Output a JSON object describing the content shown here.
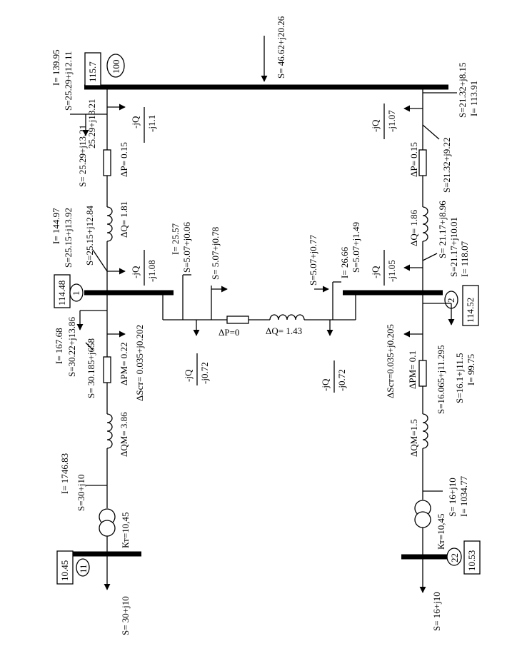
{
  "nodes": {
    "n100": {
      "label": "100",
      "voltage": "115.7"
    },
    "n1": {
      "label": "1",
      "voltage": "114.48"
    },
    "n2": {
      "label": "2",
      "voltage": "114.52"
    },
    "n11": {
      "label": "11",
      "voltage": "10.45"
    },
    "n22": {
      "label": "22",
      "voltage": "10.53"
    }
  },
  "labels": {
    "source_s": "S= 46.62+j20.26",
    "top_left_i": "I= 139.95",
    "top_left_s": "S=25.29+j12.11",
    "top_left_loss": "25.29+j13.21",
    "left_h_s": "S= 25.29+j13.21",
    "left_dp": "ΔP= 0.15",
    "jq_top_left_a": "-jQ",
    "jq_top_left_b": "-j1.1",
    "left_dq": "ΔQ= 1.81",
    "left_k_i": "I= 144.97",
    "left_k_s": "S=25.15+j13.92",
    "left_k_s2": "S=25.15+j12.84",
    "jq_left_mid_a": "-jQ",
    "jq_left_mid_b": "-j1.08",
    "center_i": "I= 25.57",
    "center_s": "S=5.07+j0.06",
    "center_h_s": "S= 5.07+j0.78",
    "center_dp": "ΔP=0",
    "center_dq": "ΔQ= 1.43",
    "jq_center_left_a": "-jQ",
    "jq_center_left_b": "-j0.72",
    "jq_center_right_a": "-jQ",
    "jq_center_right_b": "-j0.72",
    "center_k_s": "S=5.07+j0.77",
    "center_r_i": "I= 26.66",
    "center_r_s": "S=5.07+j1.49",
    "left_low_i": "I= 167.68",
    "left_low_s": "S=30.22+j13.86",
    "left_low_h_s": "S= 30.185+j658",
    "left_dpm": "ΔPM= 0.22",
    "left_dsct": "ΔSст= 0.035+j0.202",
    "left_dqm": "ΔQM= 3.86",
    "left_tr_i": "I= 1746.83",
    "left_tr_s": "S=30+j10",
    "left_kt": "Кт=10,45",
    "left_load_s": "S= 30+j10",
    "top_right_i": "I= 113.91",
    "top_right_s": "S=21.32+j8.15",
    "top_right_h_s": "S=21.32+j9.22",
    "jq_top_right_a": "-jQ",
    "jq_top_right_b": "-j1.07",
    "right_dp": "ΔP= 0.15",
    "right_dq": "ΔQ= 1.86",
    "right_k_s": "S= 21.17+j8.96",
    "right_k_s2": "S=21.17+j10.01",
    "right_k_i": "I= 118.07",
    "jq_right_mid_a": "-jQ",
    "jq_right_mid_b": "-j1.05",
    "right_dsct": "ΔSст=0.035+j0.205",
    "right_dpm": "ΔPM= 0.1",
    "right_h_s": "S=16.065+j11.295",
    "right_low_s": "S=16.1+j11.5",
    "right_low_i": "I= 99.75",
    "right_dqm": "ΔQM=1.5",
    "right_tr_s": "S= 16+j10",
    "right_tr_i": "I= 1034.77",
    "right_kt": "Кт=10,45",
    "right_load_s": "S= 16+j10"
  }
}
